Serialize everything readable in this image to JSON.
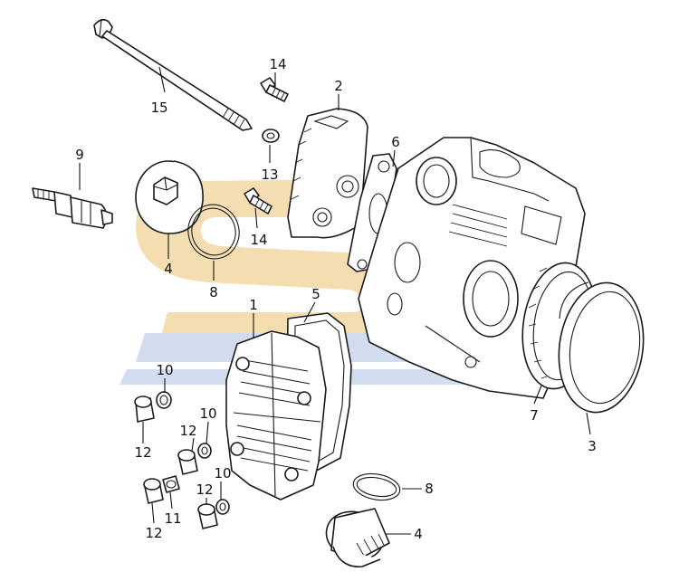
{
  "diagram": {
    "watermark_colors": {
      "gold": "#f3d9a4",
      "blue": "#c9d6ec"
    },
    "callouts": [
      {
        "id": "c1",
        "number": "1"
      },
      {
        "id": "c2",
        "number": "2"
      },
      {
        "id": "c3",
        "number": "3"
      },
      {
        "id": "c4a",
        "number": "4"
      },
      {
        "id": "c4b",
        "number": "4"
      },
      {
        "id": "c5",
        "number": "5"
      },
      {
        "id": "c6",
        "number": "6"
      },
      {
        "id": "c7",
        "number": "7"
      },
      {
        "id": "c8a",
        "number": "8"
      },
      {
        "id": "c8b",
        "number": "8"
      },
      {
        "id": "c9",
        "number": "9"
      },
      {
        "id": "c10a",
        "number": "10"
      },
      {
        "id": "c10b",
        "number": "10"
      },
      {
        "id": "c10c",
        "number": "10"
      },
      {
        "id": "c11",
        "number": "11"
      },
      {
        "id": "c12a",
        "number": "12"
      },
      {
        "id": "c12b",
        "number": "12"
      },
      {
        "id": "c12c",
        "number": "12"
      },
      {
        "id": "c12d",
        "number": "12"
      },
      {
        "id": "c13",
        "number": "13"
      },
      {
        "id": "c14a",
        "number": "14"
      },
      {
        "id": "c14b",
        "number": "14"
      },
      {
        "id": "c15",
        "number": "15"
      }
    ]
  }
}
